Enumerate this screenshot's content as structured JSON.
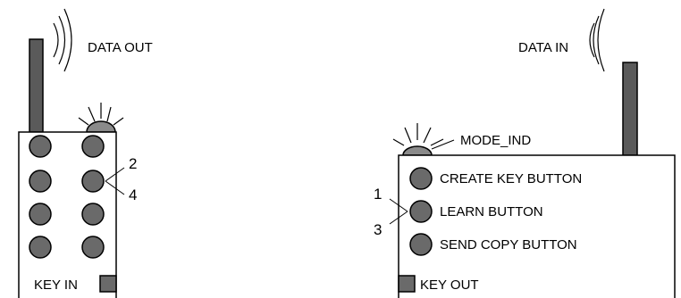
{
  "transmitter": {
    "antenna_label": "DATA OUT",
    "port_label": "KEY IN",
    "callouts": [
      "2",
      "4"
    ]
  },
  "receiver": {
    "antenna_label": "DATA IN",
    "indicator_label": "MODE_IND",
    "buttons": [
      "CREATE KEY BUTTON",
      "LEARN BUTTON",
      "SEND COPY BUTTON"
    ],
    "port_label": "KEY OUT",
    "callouts": [
      "1",
      "3"
    ]
  },
  "colors": {
    "button_fill": "#6a6a6a",
    "antenna_fill": "#5a5a5a",
    "outline": "#000000",
    "background": "#ffffff"
  }
}
